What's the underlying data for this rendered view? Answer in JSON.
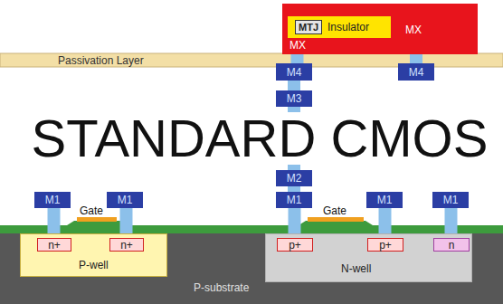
{
  "diagram": {
    "nodes": [
      {
        "text": [
          "MX"
        ]
      },
      {
        "text": [
          "Insulator"
        ],
        "in": 0
      },
      {
        "text": [
          "MTJ"
        ],
        "in": 1
      },
      {
        "text": [
          "MX"
        ],
        "in": 0
      },
      {
        "text": [
          "Passivation Layer"
        ]
      },
      {
        "text": [
          "M4"
        ]
      },
      {
        "text": [
          "M4"
        ]
      },
      {
        "text": [
          "M3"
        ]
      },
      {
        "text": [
          "M2"
        ]
      },
      {
        "text": [
          "M1"
        ]
      },
      {
        "text": [
          "M1"
        ]
      },
      {
        "text": [
          "M1"
        ]
      },
      {
        "text": [
          "M1"
        ]
      },
      {
        "text": [
          "M1"
        ]
      },
      {
        "text": [
          "P-substrate"
        ]
      },
      {
        "text": [
          "P-well"
        ],
        "in": 14
      },
      {
        "text": [
          "n+"
        ],
        "in": 15
      },
      {
        "text": [
          "n+"
        ],
        "in": 15
      },
      {
        "text": [
          "N-well"
        ],
        "in": 14
      },
      {
        "text": [
          "p+"
        ],
        "in": 18
      },
      {
        "text": [
          "p+"
        ],
        "in": 18
      },
      {
        "text": [
          "n"
        ],
        "in": 18
      }
    ],
    "edges": [
      {
        "from": 3,
        "to": 5,
        "arrow": "none"
      },
      {
        "from": 0,
        "to": 6,
        "arrow": "none"
      },
      {
        "from": 5,
        "to": 7,
        "arrow": "none"
      },
      {
        "from": 7,
        "to": 8,
        "arrow": "none"
      },
      {
        "from": 8,
        "to": 11,
        "arrow": "none"
      },
      {
        "from": 9,
        "to": 16,
        "arrow": "none"
      },
      {
        "from": 10,
        "to": 17,
        "arrow": "none"
      },
      {
        "from": 11,
        "to": 19,
        "arrow": "none"
      },
      {
        "from": 12,
        "to": 20,
        "arrow": "none"
      },
      {
        "from": 13,
        "to": 21,
        "arrow": "none"
      }
    ],
    "labels": [
      "STANDARD CMOS",
      "Gate",
      "Gate"
    ]
  }
}
